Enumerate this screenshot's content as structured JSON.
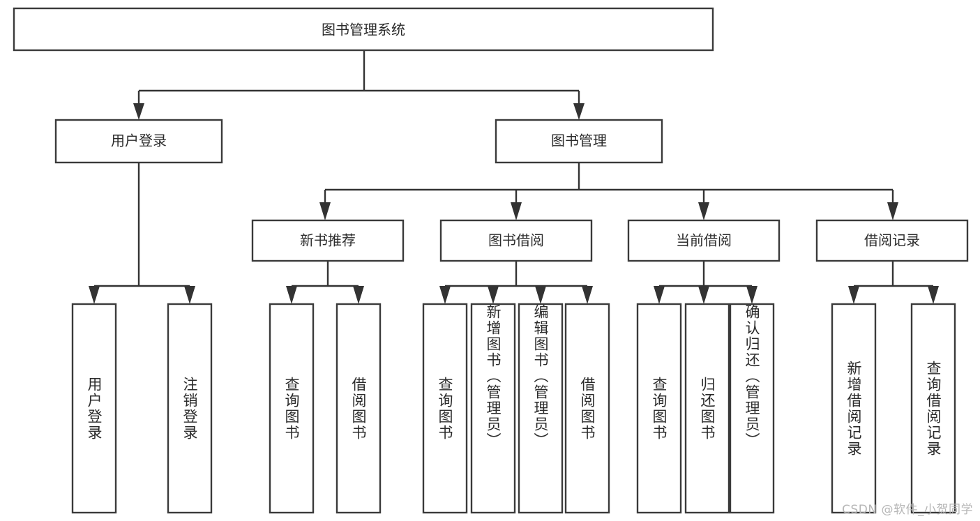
{
  "diagram": {
    "title": "图书管理系统",
    "type": "tree-hierarchy-chart",
    "watermark": "CSDN @软件_小贺同学",
    "root": {
      "id": "root",
      "label": "图书管理系统"
    },
    "level2": [
      {
        "id": "user-login",
        "label": "用户登录"
      },
      {
        "id": "book-management",
        "label": "图书管理"
      }
    ],
    "level3": [
      {
        "id": "new-book-recommend",
        "label": "新书推荐",
        "parent": "book-management"
      },
      {
        "id": "book-borrow",
        "label": "图书借阅",
        "parent": "book-management"
      },
      {
        "id": "current-borrow",
        "label": "当前借阅",
        "parent": "book-management"
      },
      {
        "id": "borrow-record",
        "label": "借阅记录",
        "parent": "book-management"
      }
    ],
    "leaves": [
      {
        "id": "leaf-user-login",
        "label": "用户登录",
        "parent": "user-login"
      },
      {
        "id": "leaf-user-logout",
        "label": "注销登录",
        "parent": "user-login"
      },
      {
        "id": "leaf-query-book-1",
        "label": "查询图书",
        "parent": "new-book-recommend"
      },
      {
        "id": "leaf-borrow-book-1",
        "label": "借阅图书",
        "parent": "new-book-recommend"
      },
      {
        "id": "leaf-query-book-2",
        "label": "查询图书",
        "parent": "book-borrow"
      },
      {
        "id": "leaf-add-book",
        "label": "新增图书（管理员）",
        "parent": "book-borrow"
      },
      {
        "id": "leaf-edit-book",
        "label": "编辑图书（管理员）",
        "parent": "book-borrow"
      },
      {
        "id": "leaf-borrow-book-2",
        "label": "借阅图书",
        "parent": "book-borrow"
      },
      {
        "id": "leaf-query-book-3",
        "label": "查询图书",
        "parent": "current-borrow"
      },
      {
        "id": "leaf-return-book",
        "label": "归还图书",
        "parent": "current-borrow"
      },
      {
        "id": "leaf-confirm-return",
        "label": "确认归还（管理员）",
        "parent": "current-borrow"
      },
      {
        "id": "leaf-add-record",
        "label": "新增借阅记录",
        "parent": "borrow-record"
      },
      {
        "id": "leaf-query-record",
        "label": "查询借阅记录",
        "parent": "borrow-record"
      }
    ],
    "colors": {
      "box_stroke": "#3a3a3a",
      "connector": "#333333",
      "box_fill": "#ffffff",
      "text": "#2b2b2b",
      "watermark": "#b6b6b6",
      "background": "#ffffff"
    }
  }
}
